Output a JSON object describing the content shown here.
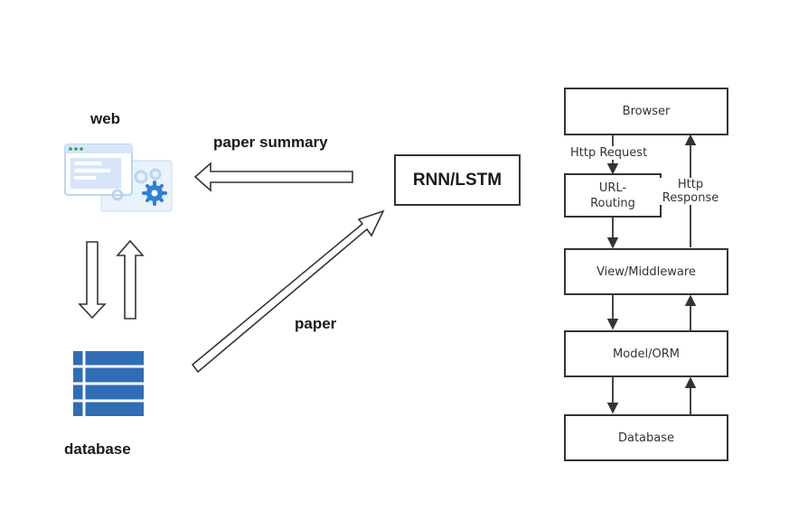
{
  "left": {
    "web_label": "web",
    "database_label": "database",
    "paper_summary_label": "paper summary",
    "paper_label": "paper",
    "model_label": "RNN/LSTM"
  },
  "django": {
    "browser": "Browser",
    "http_request": "Http Request",
    "url_routing_line1": "URL-",
    "url_routing_line2": "Routing",
    "http_response_line1": "Http",
    "http_response_line2": "Response",
    "view_middleware": "View/Middleware",
    "model_orm": "Model/ORM",
    "database": "Database"
  },
  "colors": {
    "db_blue": "#2f6db5",
    "web_light": "#d6e6f8",
    "web_blue": "#2f80d6",
    "stroke": "#333333"
  }
}
